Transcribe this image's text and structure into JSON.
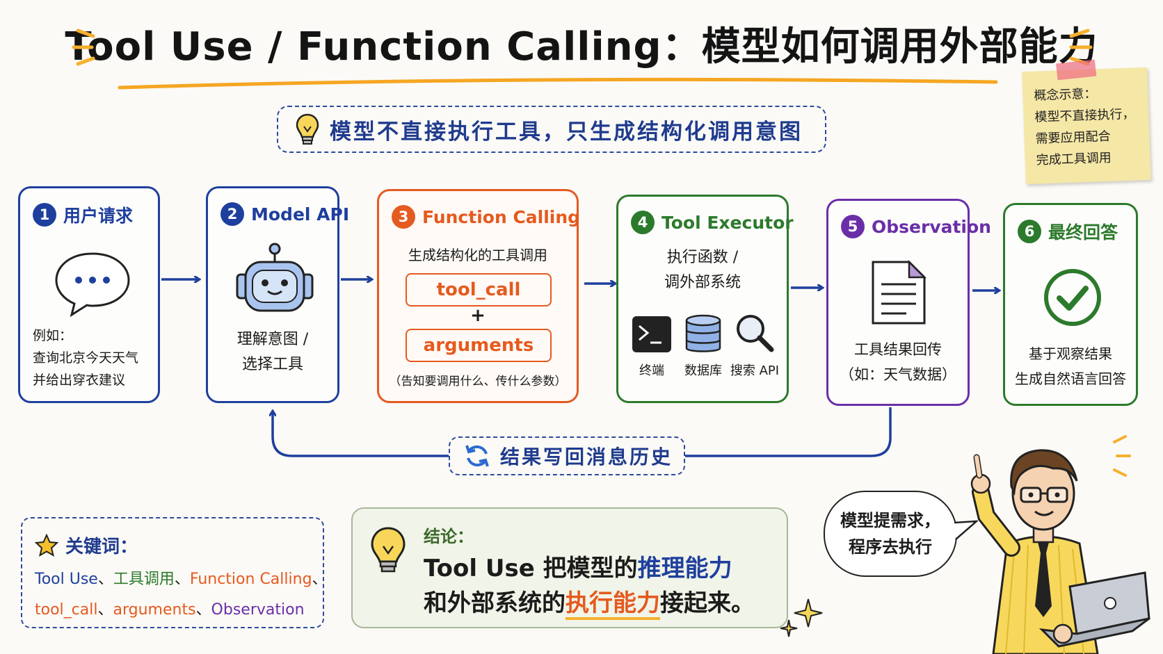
{
  "title": "Tool Use / Function Calling：模型如何调用外部能力",
  "banner": "模型不直接执行工具，只生成结构化调用意图",
  "note": [
    "概念示意：",
    "模型不直接执行，",
    "需要应用配合",
    "完成工具调用"
  ],
  "steps": [
    {
      "num": "1",
      "label": "用户请求",
      "color": "#1f3f9e",
      "caption": [
        "例如：",
        "查询北京今天天气",
        "并给出穿衣建议"
      ]
    },
    {
      "num": "2",
      "label": "Model API",
      "color": "#1f3f9e",
      "caption": [
        "理解意图 /",
        "选择工具"
      ]
    },
    {
      "num": "3",
      "label": "Function Calling",
      "color": "#e55a1f",
      "subtitle": "生成结构化的工具调用",
      "pill1": "tool_call",
      "plus": "+",
      "pill2": "arguments",
      "footnote": "（告知要调用什么、传什么参数）"
    },
    {
      "num": "4",
      "label": "Tool Executor",
      "color": "#2c7a2c",
      "caption": [
        "执行函数 /",
        "调外部系统"
      ],
      "icons": [
        "终端",
        "数据库",
        "搜索 API"
      ]
    },
    {
      "num": "5",
      "label": "Observation",
      "color": "#6a2fa8",
      "caption": [
        "工具结果回传",
        "（如：天气数据）"
      ]
    },
    {
      "num": "6",
      "label": "最终回答",
      "color": "#2c7a2c",
      "caption": [
        "基于观察结果",
        "生成自然语言回答"
      ]
    }
  ],
  "loop_label": "结果写回消息历史",
  "keywords": {
    "heading": "关键词：",
    "line1": [
      {
        "text": "Tool Use",
        "color": "#1f3f9e"
      },
      {
        "text": "、",
        "color": "#1b1b1b"
      },
      {
        "text": "工具调用",
        "color": "#2c7a2c"
      },
      {
        "text": "、",
        "color": "#1b1b1b"
      },
      {
        "text": "Function Calling",
        "color": "#e55a1f"
      },
      {
        "text": "、",
        "color": "#1b1b1b"
      }
    ],
    "line2": [
      {
        "text": "tool_call",
        "color": "#e55a1f"
      },
      {
        "text": "、",
        "color": "#1b1b1b"
      },
      {
        "text": "arguments",
        "color": "#e55a1f"
      },
      {
        "text": "、",
        "color": "#1b1b1b"
      },
      {
        "text": "Observation",
        "color": "#6a2fa8"
      }
    ]
  },
  "conclusion": {
    "heading": "结论：",
    "line1_a": "Tool Use 把模型的",
    "line1_b": "推理能力",
    "line2_a": "和外部系统的",
    "line2_b": "执行能力",
    "line2_c": "接起来。"
  },
  "bubble": [
    "模型提需求，",
    "程序去执行"
  ],
  "colors": {
    "blue": "#1f3f9e",
    "orange": "#e55a1f",
    "green": "#2c7a2c",
    "purple": "#6a2fa8",
    "yellow": "#f5b02e"
  }
}
